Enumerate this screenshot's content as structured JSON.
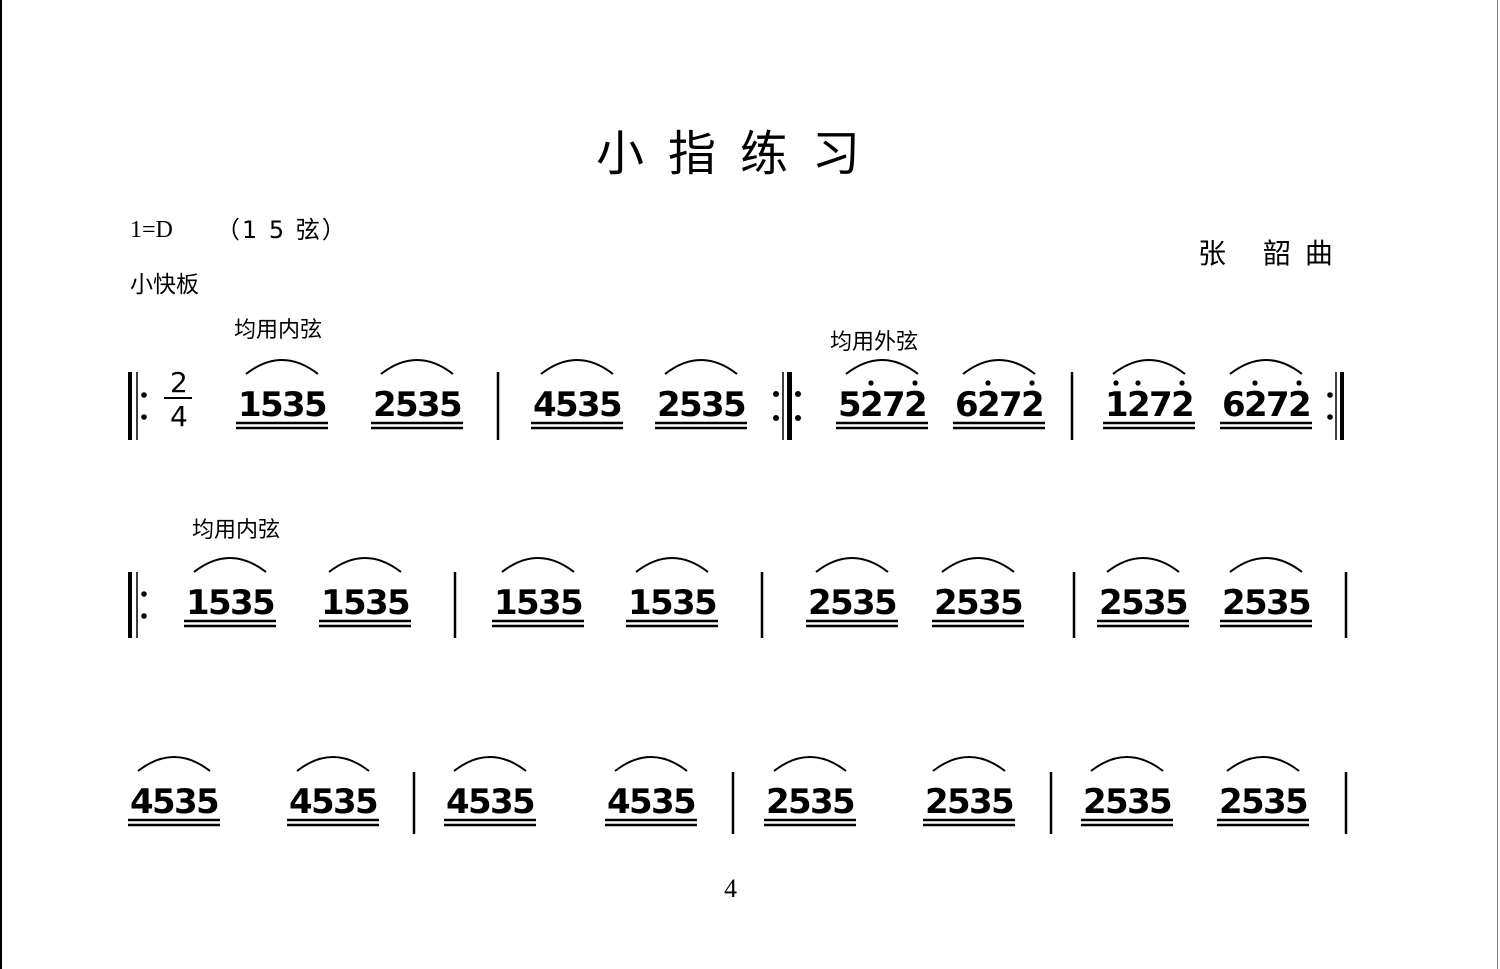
{
  "title": "小指练习",
  "key": "1=D",
  "strings": "（1 5 弦）",
  "tempo": "小快板",
  "composer": "张 韶曲",
  "page_number": "4",
  "time_signature": {
    "numerator": "2",
    "denominator": "4"
  },
  "rows": [
    {
      "annotations": [
        {
          "text": "均用内弦",
          "at_group": 0
        },
        {
          "text": "均用外弦",
          "at_group": 4
        }
      ],
      "groups": [
        {
          "digits": "1535",
          "dots": []
        },
        {
          "digits": "2535",
          "dots": []
        },
        {
          "digits": "4535",
          "dots": []
        },
        {
          "digits": "2535",
          "dots": []
        },
        {
          "digits": "5272",
          "dots": [
            1,
            3
          ]
        },
        {
          "digits": "6272",
          "dots": [
            1,
            3
          ]
        },
        {
          "digits": "1272",
          "dots": [
            0,
            1,
            3
          ]
        },
        {
          "digits": "6272",
          "dots": [
            1,
            3
          ]
        }
      ],
      "barlines": [
        {
          "type": "repeat-start",
          "after": -1
        },
        {
          "type": "single",
          "after": 1
        },
        {
          "type": "repeat-double",
          "after": 3
        },
        {
          "type": "single",
          "after": 5
        },
        {
          "type": "repeat-end",
          "after": 7
        }
      ]
    },
    {
      "annotations": [
        {
          "text": "均用内弦",
          "at_group": 0
        }
      ],
      "groups": [
        {
          "digits": "1535",
          "dots": []
        },
        {
          "digits": "1535",
          "dots": []
        },
        {
          "digits": "1535",
          "dots": []
        },
        {
          "digits": "1535",
          "dots": []
        },
        {
          "digits": "2535",
          "dots": []
        },
        {
          "digits": "2535",
          "dots": []
        },
        {
          "digits": "2535",
          "dots": []
        },
        {
          "digits": "2535",
          "dots": []
        }
      ],
      "barlines": [
        {
          "type": "repeat-start",
          "after": -1
        },
        {
          "type": "single",
          "after": 1
        },
        {
          "type": "single",
          "after": 3
        },
        {
          "type": "single",
          "after": 5
        },
        {
          "type": "single",
          "after": 7
        }
      ]
    },
    {
      "annotations": [],
      "groups": [
        {
          "digits": "4535",
          "dots": []
        },
        {
          "digits": "4535",
          "dots": []
        },
        {
          "digits": "4535",
          "dots": []
        },
        {
          "digits": "4535",
          "dots": []
        },
        {
          "digits": "2535",
          "dots": []
        },
        {
          "digits": "2535",
          "dots": []
        },
        {
          "digits": "2535",
          "dots": []
        },
        {
          "digits": "2535",
          "dots": []
        }
      ],
      "barlines": [
        {
          "type": "single",
          "after": 1
        },
        {
          "type": "single",
          "after": 3
        },
        {
          "type": "single",
          "after": 5
        },
        {
          "type": "single",
          "after": 7
        }
      ]
    }
  ]
}
